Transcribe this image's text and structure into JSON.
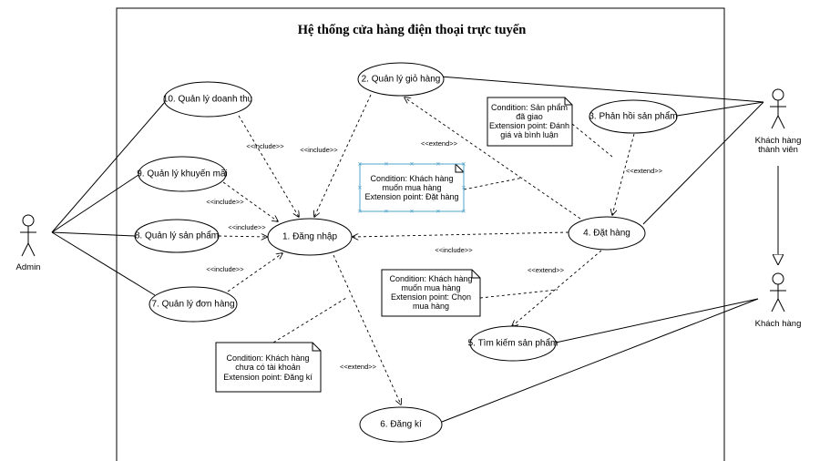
{
  "title": "Hệ thống cửa hàng điện thoại trực tuyến",
  "actors": {
    "admin": "Admin",
    "member": [
      "Khách hàng",
      "thành viên"
    ],
    "customer": "Khách hàng"
  },
  "use_cases": {
    "uc1": "1. Đăng nhập",
    "uc2": "2. Quản lý giỏ hàng",
    "uc3": "3. Phản hồi sản phẩm",
    "uc4": "4. Đặt hàng",
    "uc5": "5. Tìm kiếm sản phẩm",
    "uc6": "6. Đăng kí",
    "uc7": "7. Quản lý đơn hàng",
    "uc8": "8. Quản lý sản phẩm",
    "uc9": "9. Quản lý khuyến mãi",
    "uc10": "10. Quản lý doanh thu"
  },
  "relations": {
    "include": "<<include>>",
    "extend": "<<extend>>"
  },
  "notes": {
    "n1": [
      "Condition: Sản phẩm",
      "đã giao",
      "Extension point: Đánh",
      "giá và bình luận"
    ],
    "n2": [
      "Condition: Khách hàng",
      "muốn mua hàng",
      "Extension point: Đặt hàng"
    ],
    "n3": [
      "Condition: Khách hàng",
      "muốn mua hàng",
      "Extension point: Chọn",
      "mua hàng"
    ],
    "n4": [
      "Condition: Khách hàng",
      "chưa có tài khoản",
      "Extension point: Đăng kí"
    ]
  }
}
